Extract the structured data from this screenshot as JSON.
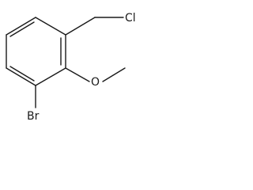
{
  "molecule": {
    "atoms": {
      "chlorine": "Cl",
      "oxygen": "O",
      "bromine": "Br"
    }
  }
}
